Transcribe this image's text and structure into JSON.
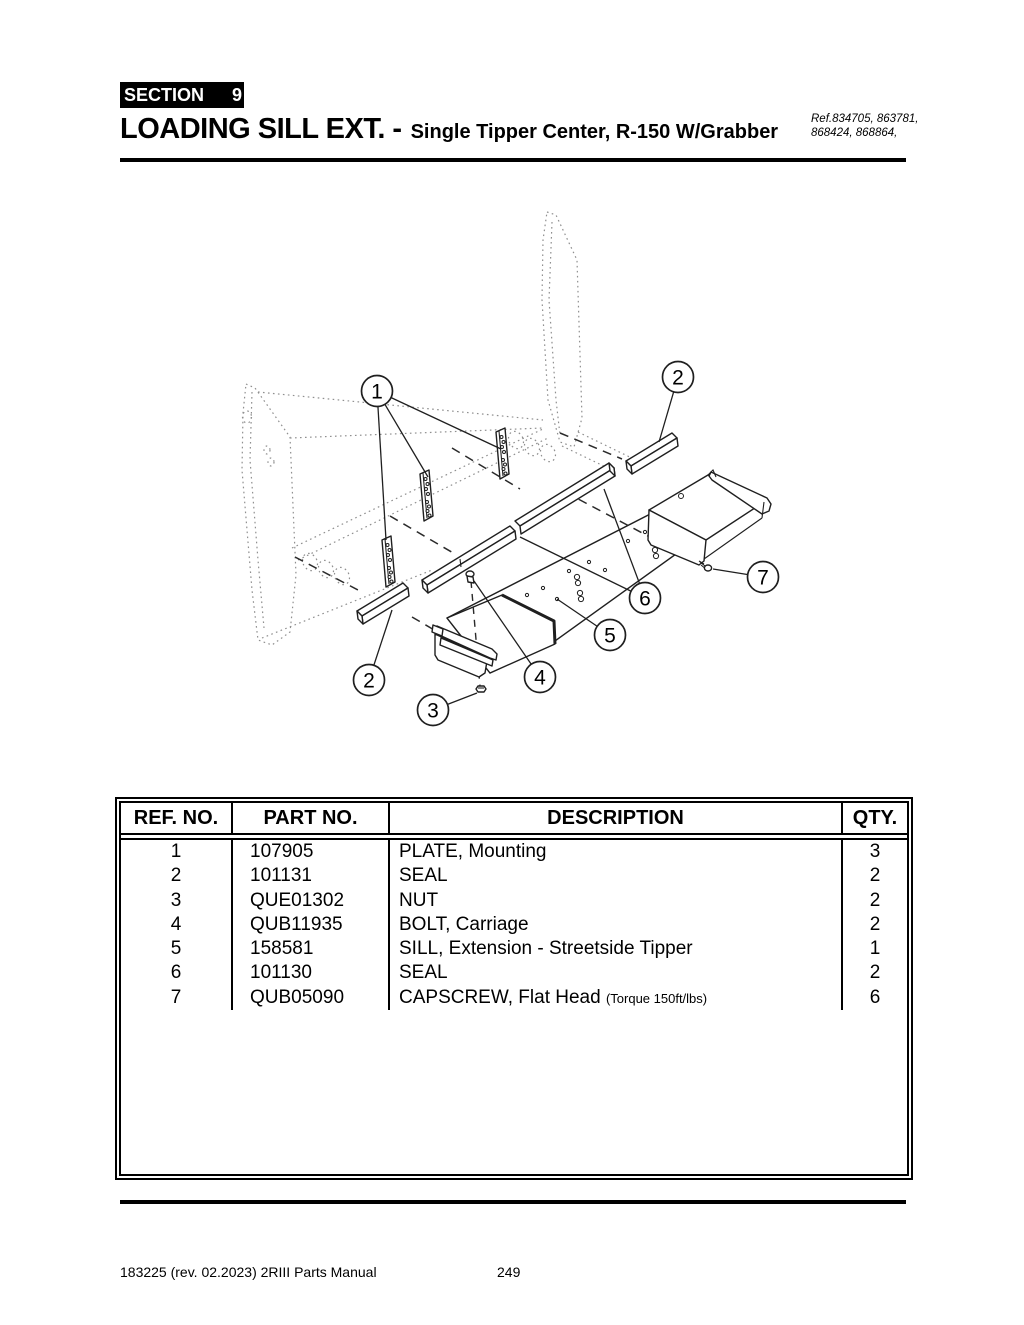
{
  "header": {
    "section_label": "SECTION",
    "section_number": "9",
    "title": "LOADING SILL EXT. -",
    "subtitle": "Single Tipper Center, R-150 W/Grabber",
    "ref_line1": "Ref.834705, 863781,",
    "ref_line2": "868424, 868864,"
  },
  "diagram": {
    "callout_labels": [
      "1",
      "2",
      "2",
      "3",
      "4",
      "5",
      "6",
      "7"
    ]
  },
  "table": {
    "headers": [
      "REF. NO.",
      "PART NO.",
      "DESCRIPTION",
      "QTY."
    ],
    "rows": [
      {
        "ref": "1",
        "part": "107905",
        "desc": "PLATE, Mounting",
        "note": "",
        "qty": "3"
      },
      {
        "ref": "2",
        "part": "101131",
        "desc": "SEAL",
        "note": "",
        "qty": "2"
      },
      {
        "ref": "3",
        "part": "QUE01302",
        "desc": "NUT",
        "note": "",
        "qty": "2"
      },
      {
        "ref": "4",
        "part": "QUB11935",
        "desc": "BOLT, Carriage",
        "note": "",
        "qty": "2"
      },
      {
        "ref": "5",
        "part": "158581",
        "desc": "SILL, Extension - Streetside Tipper",
        "note": "",
        "qty": "1"
      },
      {
        "ref": "6",
        "part": "101130",
        "desc": "SEAL",
        "note": "",
        "qty": "2"
      },
      {
        "ref": "7",
        "part": "QUB05090",
        "desc": "CAPSCREW, Flat Head",
        "note": "(Torque 150ft/lbs)",
        "qty": "6"
      }
    ]
  },
  "footer": {
    "left": "183225  (rev. 02.2023) 2RIII Parts Manual",
    "page": "249"
  }
}
